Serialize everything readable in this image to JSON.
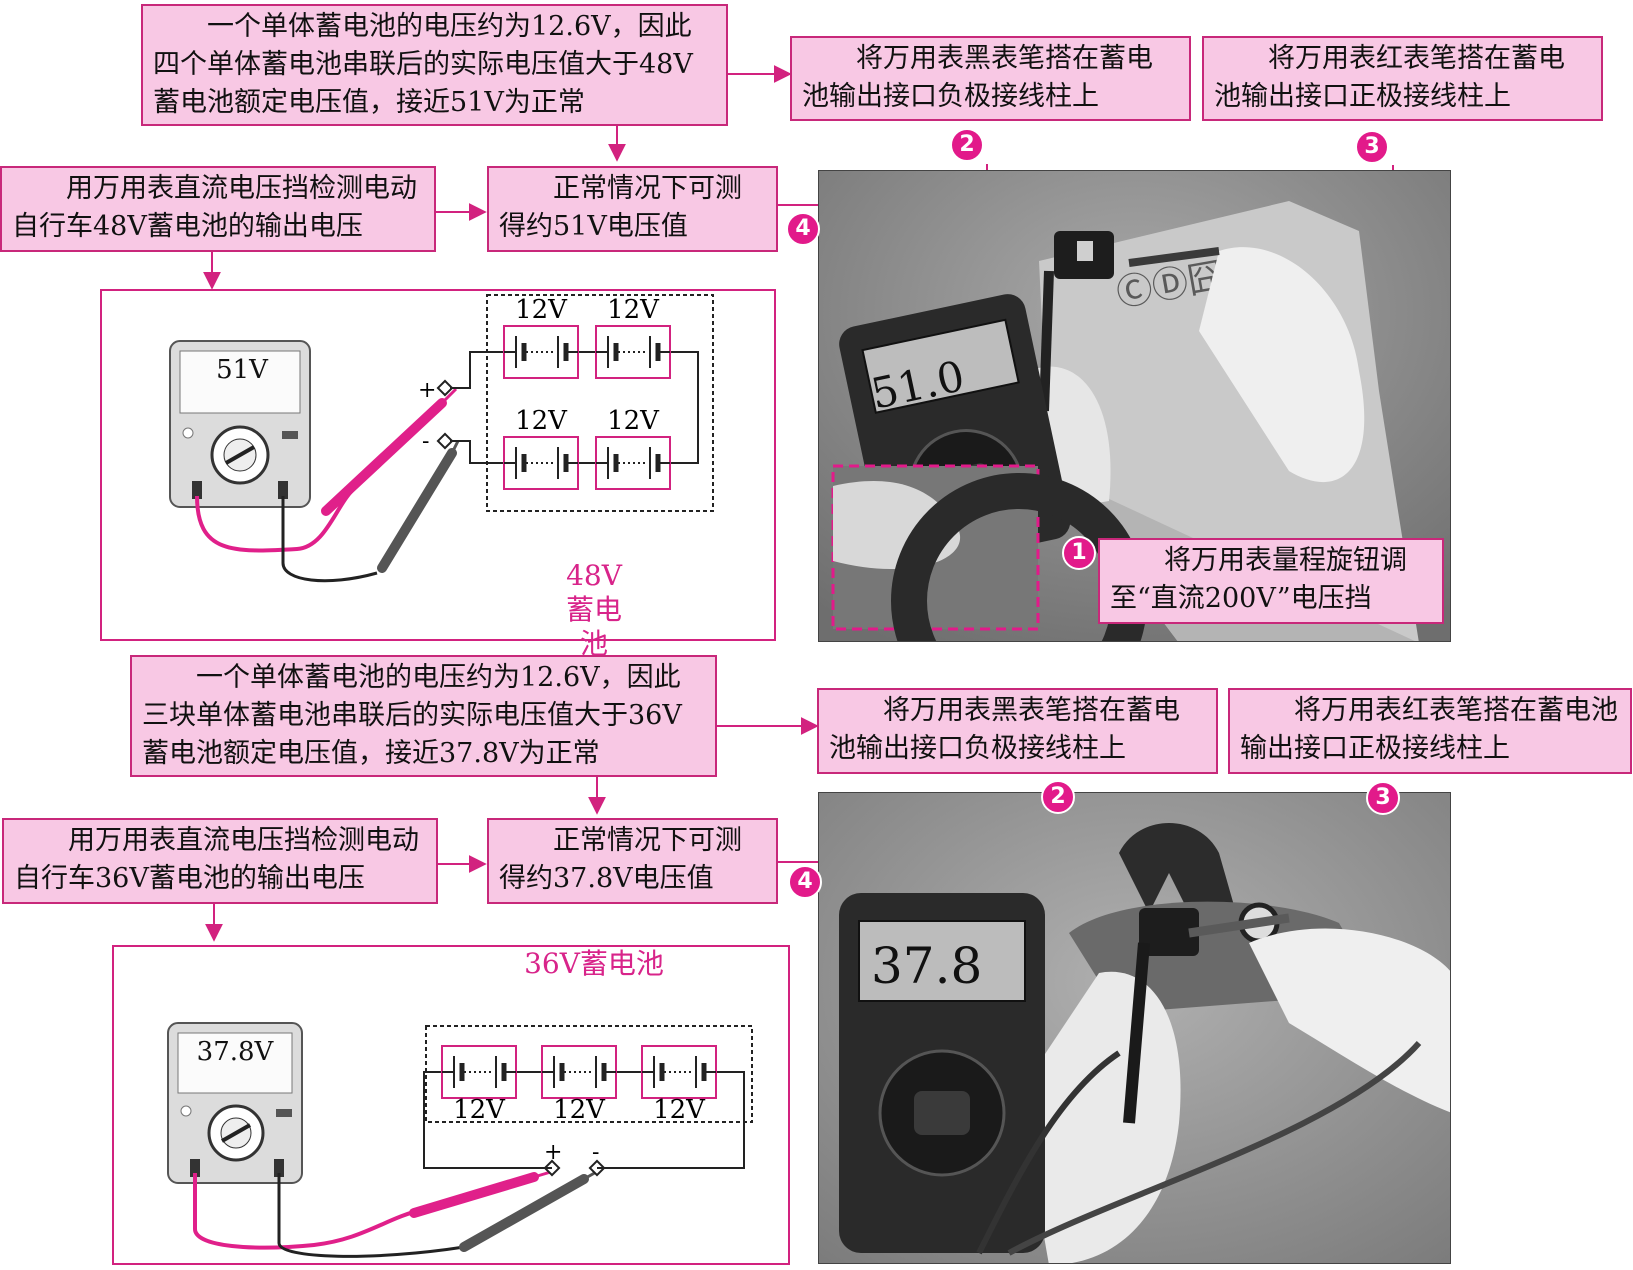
{
  "sec1": {
    "note": "一个单体蓄电池的电压约为12.6V，因此四个单体蓄电池串联后的实际电压值大于48V蓄电池额定电压值，接近51V为正常",
    "main": "用万用表直流电压挡检测电动自行车48V蓄电池的输出电压",
    "normal": "正常情况下可测得约51V电压值",
    "black": "将万用表黑表笔搭在蓄电池输出接口负极接线柱上",
    "red": "将万用表红表笔搭在蓄电池输出接口正极接线柱上",
    "range": "将万用表量程旋钮调至“直流200V”电压挡",
    "meter_reading": "51V",
    "cell_label": "12V",
    "battery_label": "48V蓄电池",
    "plus": "+",
    "minus": "-",
    "photo_display": "51.0",
    "badges": [
      "1",
      "2",
      "3",
      "4"
    ]
  },
  "sec2": {
    "note": "一个单体蓄电池的电压约为12.6V，因此三块单体蓄电池串联后的实际电压值大于36V蓄电池额定电压值，接近37.8V为正常",
    "main": "用万用表直流电压挡检测电动自行车36V蓄电池的输出电压",
    "normal": "正常情况下可测得约37.8V电压值",
    "black": "将万用表黑表笔搭在蓄电池输出接口负极接线柱上",
    "red": "将万用表红表笔搭在蓄电池输出接口正极接线柱上",
    "meter_reading": "37.8V",
    "cell_label": "12V",
    "battery_label": "36V蓄电池",
    "plus": "+",
    "minus": "-",
    "photo_display": "37.8",
    "badges": [
      "2",
      "3",
      "4"
    ]
  },
  "colors": {
    "pink": "#e21a8a",
    "callout_fill": "#f8c8e4",
    "callout_border": "#c8287a"
  }
}
